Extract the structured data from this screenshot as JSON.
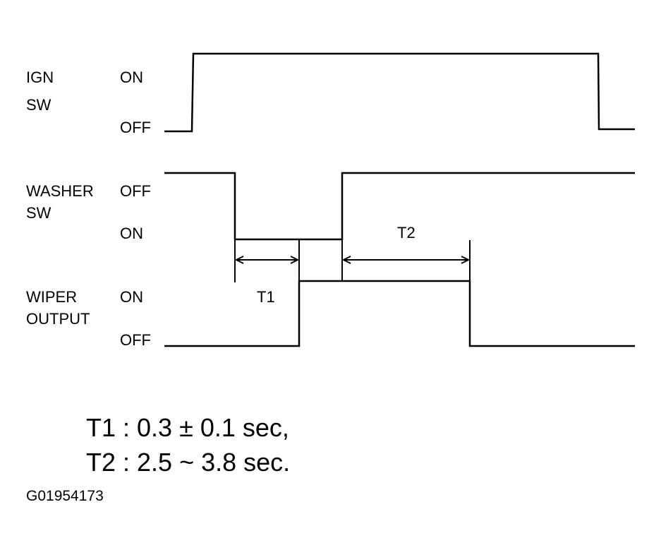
{
  "signals": {
    "ign": {
      "name_line1": "IGN",
      "name_line2": "SW",
      "high_label": "ON",
      "low_label": "OFF"
    },
    "washer": {
      "name_line1": "WASHER",
      "name_line2": "SW",
      "high_label": "OFF",
      "low_label": "ON"
    },
    "wiper": {
      "name_line1": "WIPER",
      "name_line2": "OUTPUT",
      "high_label": "ON",
      "low_label": "OFF"
    }
  },
  "intervals": {
    "t1_label": "T1",
    "t2_label": "T2"
  },
  "notes": {
    "t1_spec": "T1 : 0.3 ± 0.1 sec,",
    "t2_spec": "T2 : 2.5 ~ 3.8 sec."
  },
  "figure_code": "G01954173",
  "colors": {
    "line": "#000000",
    "background": "#ffffff"
  }
}
